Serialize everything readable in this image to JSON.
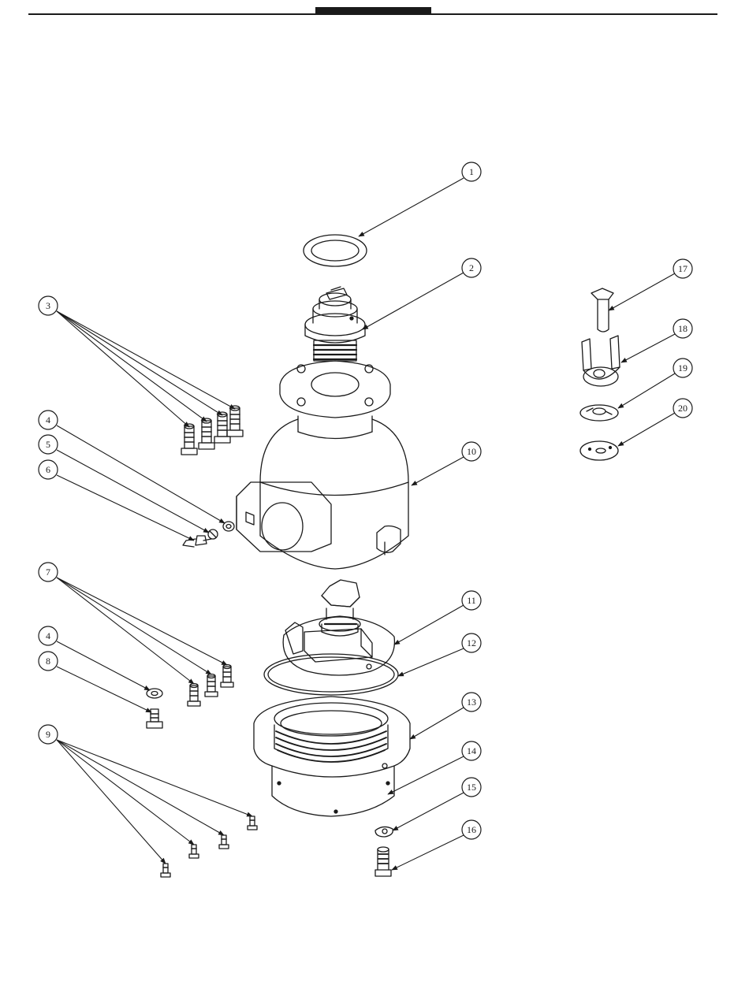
{
  "header": {
    "tab_label": ""
  },
  "diagram": {
    "type": "exploded-parts-view",
    "colors": {
      "ink": "#1a1a1a",
      "paper": "#ffffff"
    },
    "callouts": [
      {
        "id": "c1",
        "label": "1"
      },
      {
        "id": "c2",
        "label": "2"
      },
      {
        "id": "c3",
        "label": "3"
      },
      {
        "id": "c4a",
        "label": "4"
      },
      {
        "id": "c5",
        "label": "5"
      },
      {
        "id": "c6",
        "label": "6"
      },
      {
        "id": "c7",
        "label": "7"
      },
      {
        "id": "c4b",
        "label": "4"
      },
      {
        "id": "c8",
        "label": "8"
      },
      {
        "id": "c9",
        "label": "9"
      },
      {
        "id": "c10",
        "label": "10"
      },
      {
        "id": "c11",
        "label": "11"
      },
      {
        "id": "c12",
        "label": "12"
      },
      {
        "id": "c13",
        "label": "13"
      },
      {
        "id": "c14",
        "label": "14"
      },
      {
        "id": "c15",
        "label": "15"
      },
      {
        "id": "c16",
        "label": "16"
      },
      {
        "id": "c17",
        "label": "17"
      },
      {
        "id": "c18",
        "label": "18"
      },
      {
        "id": "c19",
        "label": "19"
      },
      {
        "id": "c20",
        "label": "20"
      }
    ]
  }
}
